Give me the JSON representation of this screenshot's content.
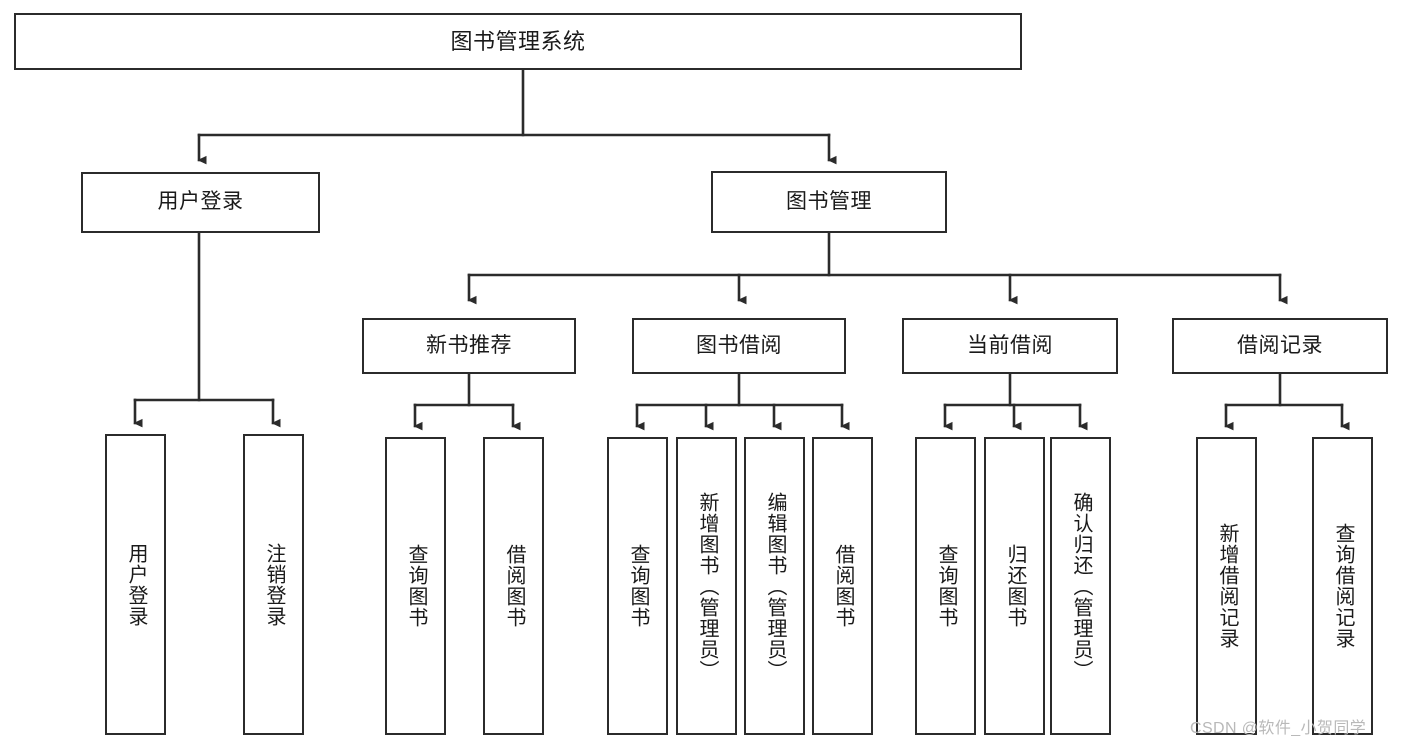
{
  "diagram": {
    "title": "图书管理系统",
    "type": "tree-hierarchy",
    "background_color": "#ffffff",
    "border_color": "#2b2b2b",
    "root": {
      "id": "root",
      "label": "图书管理系统"
    },
    "level1": [
      {
        "id": "user-login",
        "label": "用户登录"
      },
      {
        "id": "book-manage",
        "label": "图书管理"
      }
    ],
    "level2": [
      {
        "id": "new-book-recommend",
        "label": "新书推荐",
        "parent": "book-manage"
      },
      {
        "id": "book-borrow",
        "label": "图书借阅",
        "parent": "book-manage"
      },
      {
        "id": "current-borrow",
        "label": "当前借阅",
        "parent": "book-manage"
      },
      {
        "id": "borrow-record",
        "label": "借阅记录",
        "parent": "book-manage"
      }
    ],
    "leaves": {
      "user-login": [
        {
          "id": "leaf-user-login",
          "label": "用户登录"
        },
        {
          "id": "leaf-user-logout",
          "label": "注销登录"
        }
      ],
      "new-book-recommend": [
        {
          "id": "leaf-query-book-1",
          "label": "查询图书"
        },
        {
          "id": "leaf-borrow-book-1",
          "label": "借阅图书"
        }
      ],
      "book-borrow": [
        {
          "id": "leaf-query-book-2",
          "label": "查询图书"
        },
        {
          "id": "leaf-add-book",
          "label": "新增图书（管理员）"
        },
        {
          "id": "leaf-edit-book",
          "label": "编辑图书（管理员）"
        },
        {
          "id": "leaf-borrow-book-2",
          "label": "借阅图书"
        }
      ],
      "current-borrow": [
        {
          "id": "leaf-query-book-3",
          "label": "查询图书"
        },
        {
          "id": "leaf-return-book",
          "label": "归还图书"
        },
        {
          "id": "leaf-confirm-return",
          "label": "确认归还（管理员）"
        }
      ],
      "borrow-record": [
        {
          "id": "leaf-add-record",
          "label": "新增借阅记录"
        },
        {
          "id": "leaf-query-record",
          "label": "查询借阅记录"
        }
      ]
    }
  },
  "watermark": {
    "text": "CSDN @软件_小贺同学"
  }
}
